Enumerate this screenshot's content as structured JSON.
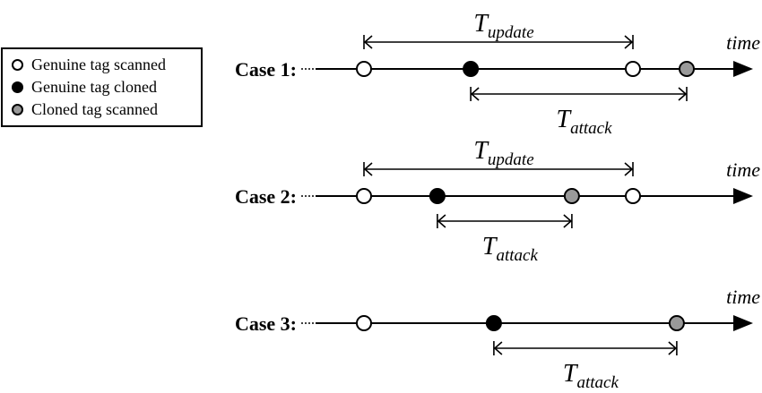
{
  "legend": {
    "items": [
      {
        "label": "Genuine tag scanned",
        "event": "genuine_scanned"
      },
      {
        "label": "Genuine tag cloned",
        "event": "genuine_cloned"
      },
      {
        "label": "Cloned tag scanned",
        "event": "cloned_scanned"
      }
    ]
  },
  "event_styles": {
    "genuine_scanned": {
      "fill": "#ffffff",
      "stroke": "#000000"
    },
    "genuine_cloned": {
      "fill": "#000000",
      "stroke": "#000000"
    },
    "cloned_scanned": {
      "fill": "#999999",
      "stroke": "#000000"
    }
  },
  "time_label": "time",
  "interval_symbol": "T",
  "cases": [
    {
      "label": "Case 1:",
      "events": [
        {
          "type": "genuine_scanned",
          "t": 0
        },
        {
          "type": "genuine_cloned",
          "t": 0.397
        },
        {
          "type": "genuine_scanned",
          "t": 1.0
        },
        {
          "type": "cloned_scanned",
          "t": 1.2
        }
      ],
      "intervals": [
        {
          "name": "update",
          "from": 0,
          "to": 2,
          "position": "above"
        },
        {
          "name": "attack",
          "from": 1,
          "to": 3,
          "position": "below"
        }
      ]
    },
    {
      "label": "Case 2:",
      "events": [
        {
          "type": "genuine_scanned",
          "t": 0
        },
        {
          "type": "genuine_cloned",
          "t": 0.273
        },
        {
          "type": "cloned_scanned",
          "t": 0.773
        },
        {
          "type": "genuine_scanned",
          "t": 1.0
        }
      ],
      "intervals": [
        {
          "name": "update",
          "from": 0,
          "to": 3,
          "position": "above"
        },
        {
          "name": "attack",
          "from": 1,
          "to": 2,
          "position": "below"
        }
      ]
    },
    {
      "label": "Case 3:",
      "events": [
        {
          "type": "genuine_scanned",
          "t": 0
        },
        {
          "type": "genuine_cloned",
          "t": 0.483
        },
        {
          "type": "cloned_scanned",
          "t": 1.163
        }
      ],
      "intervals": [
        {
          "name": "attack",
          "from": 1,
          "to": 2,
          "position": "below"
        }
      ]
    }
  ]
}
